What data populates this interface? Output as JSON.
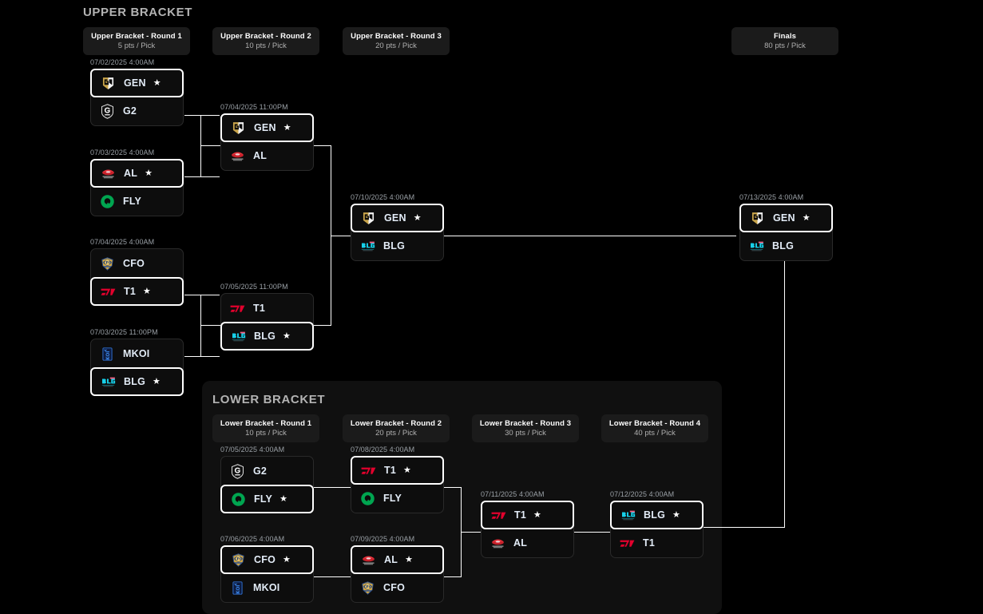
{
  "upper": {
    "title": "UPPER BRACKET",
    "rounds": [
      {
        "name": "Upper Bracket - Round 1",
        "points": "5 pts / Pick"
      },
      {
        "name": "Upper Bracket - Round 2",
        "points": "10 pts / Pick"
      },
      {
        "name": "Upper Bracket - Round 3",
        "points": "20 pts / Pick"
      },
      {
        "name": "Finals",
        "points": "80 pts / Pick"
      }
    ],
    "matches": [
      {
        "id": "ub-r1-m1",
        "date": "07/02/2025 4:00AM",
        "teams": [
          {
            "code": "GEN",
            "logo": "gen-logo",
            "winner": true
          },
          {
            "code": "G2",
            "logo": "g2-logo",
            "winner": false
          }
        ]
      },
      {
        "id": "ub-r1-m2",
        "date": "07/03/2025 4:00AM",
        "teams": [
          {
            "code": "AL",
            "logo": "al-logo",
            "winner": true
          },
          {
            "code": "FLY",
            "logo": "fly-logo",
            "winner": false
          }
        ]
      },
      {
        "id": "ub-r1-m3",
        "date": "07/04/2025 4:00AM",
        "teams": [
          {
            "code": "CFO",
            "logo": "cfo-logo",
            "winner": false
          },
          {
            "code": "T1",
            "logo": "t1-logo",
            "winner": true
          }
        ]
      },
      {
        "id": "ub-r1-m4",
        "date": "07/03/2025 11:00PM",
        "teams": [
          {
            "code": "MKOI",
            "logo": "mkoi-logo",
            "winner": false
          },
          {
            "code": "BLG",
            "logo": "blg-logo",
            "winner": true
          }
        ]
      },
      {
        "id": "ub-r2-m1",
        "date": "07/04/2025 11:00PM",
        "teams": [
          {
            "code": "GEN",
            "logo": "gen-logo",
            "winner": true
          },
          {
            "code": "AL",
            "logo": "al-logo",
            "winner": false
          }
        ]
      },
      {
        "id": "ub-r2-m2",
        "date": "07/05/2025 11:00PM",
        "teams": [
          {
            "code": "T1",
            "logo": "t1-logo",
            "winner": false
          },
          {
            "code": "BLG",
            "logo": "blg-logo",
            "winner": true
          }
        ]
      },
      {
        "id": "ub-r3-m1",
        "date": "07/10/2025 4:00AM",
        "teams": [
          {
            "code": "GEN",
            "logo": "gen-logo",
            "winner": true
          },
          {
            "code": "BLG",
            "logo": "blg-logo",
            "winner": false
          }
        ]
      },
      {
        "id": "ub-finals",
        "date": "07/13/2025 4:00AM",
        "teams": [
          {
            "code": "GEN",
            "logo": "gen-logo",
            "winner": true
          },
          {
            "code": "BLG",
            "logo": "blg-logo",
            "winner": false
          }
        ]
      }
    ]
  },
  "lower": {
    "title": "LOWER BRACKET",
    "rounds": [
      {
        "name": "Lower Bracket - Round 1",
        "points": "10 pts / Pick"
      },
      {
        "name": "Lower Bracket - Round 2",
        "points": "20 pts / Pick"
      },
      {
        "name": "Lower Bracket - Round 3",
        "points": "30 pts / Pick"
      },
      {
        "name": "Lower Bracket - Round 4",
        "points": "40 pts / Pick"
      }
    ],
    "matches": [
      {
        "id": "lb-r1-m1",
        "date": "07/05/2025 4:00AM",
        "teams": [
          {
            "code": "G2",
            "logo": "g2-logo",
            "winner": false
          },
          {
            "code": "FLY",
            "logo": "fly-logo",
            "winner": true
          }
        ]
      },
      {
        "id": "lb-r1-m2",
        "date": "07/06/2025 4:00AM",
        "teams": [
          {
            "code": "CFO",
            "logo": "cfo-logo",
            "winner": true
          },
          {
            "code": "MKOI",
            "logo": "mkoi-logo",
            "winner": false
          }
        ]
      },
      {
        "id": "lb-r2-m1",
        "date": "07/08/2025 4:00AM",
        "teams": [
          {
            "code": "T1",
            "logo": "t1-logo",
            "winner": true
          },
          {
            "code": "FLY",
            "logo": "fly-logo",
            "winner": false
          }
        ]
      },
      {
        "id": "lb-r2-m2",
        "date": "07/09/2025 4:00AM",
        "teams": [
          {
            "code": "AL",
            "logo": "al-logo",
            "winner": true
          },
          {
            "code": "CFO",
            "logo": "cfo-logo",
            "winner": false
          }
        ]
      },
      {
        "id": "lb-r3-m1",
        "date": "07/11/2025 4:00AM",
        "teams": [
          {
            "code": "T1",
            "logo": "t1-logo",
            "winner": true
          },
          {
            "code": "AL",
            "logo": "al-logo",
            "winner": false
          }
        ]
      },
      {
        "id": "lb-r4-m1",
        "date": "07/12/2025 4:00AM",
        "teams": [
          {
            "code": "BLG",
            "logo": "blg-logo",
            "winner": true
          },
          {
            "code": "T1",
            "logo": "t1-logo",
            "winner": false
          }
        ]
      }
    ]
  },
  "colors": {
    "page_background": "#000000",
    "card_background": "#0d0d0d",
    "panel_background": "#101010",
    "header_background": "#1b1b1b",
    "winner_border": "#ffffff",
    "team_name": "#e3ecf7",
    "date_text": "#9aa0a6",
    "section_title": "#b3b3b3"
  }
}
